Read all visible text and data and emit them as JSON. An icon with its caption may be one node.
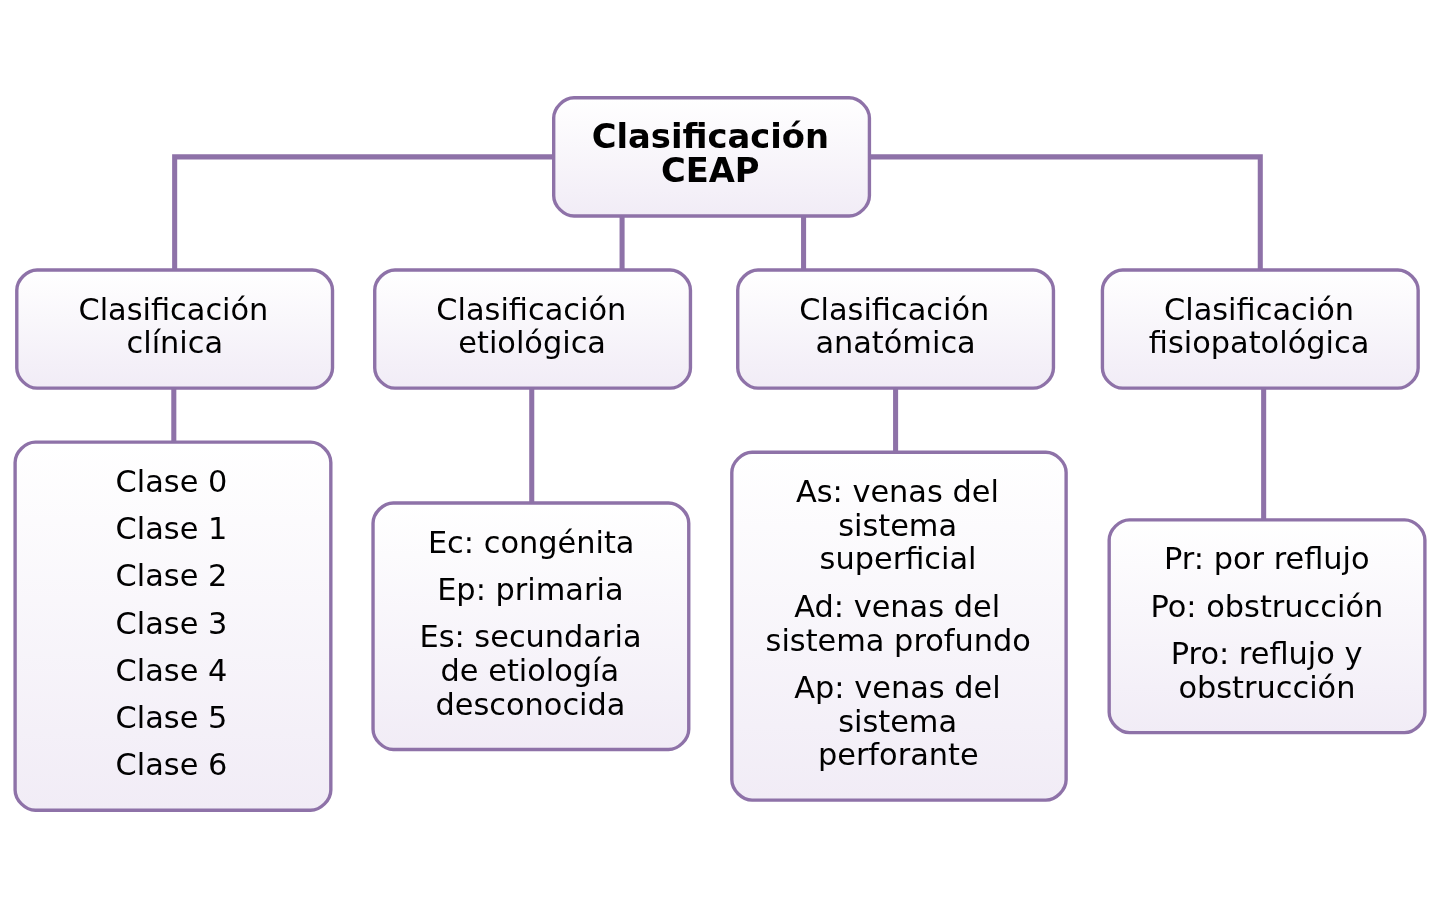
{
  "diagram": {
    "nodes": [
      {
        "text": [
          "Clasificación CEAP"
        ]
      },
      {
        "text": [
          "Clasificación clínica"
        ]
      },
      {
        "text": [
          "Clasificación etiológica"
        ]
      },
      {
        "text": [
          "Clasificación anatómica"
        ]
      },
      {
        "text": [
          "Clasificación fisiopatológica"
        ]
      },
      {
        "text": [
          "Clase 0",
          "Clase 1",
          "Clase 2",
          "Clase 3",
          "Clase 4",
          "Clase 5",
          "Clase 6"
        ]
      },
      {
        "text": [
          "Ec: congénita",
          "Ep: primaria",
          "Es: secundaria de etiología desconocida"
        ]
      },
      {
        "text": [
          "As: venas del sistema superficial",
          "Ad: venas del sistema profundo",
          "Ap: venas del sistema perforante"
        ]
      },
      {
        "text": [
          "Pr: por reflujo",
          "Po: obstrucción",
          "Pro: reflujo y obstrucción"
        ]
      }
    ],
    "edges": [
      {
        "from": 0,
        "to": 1,
        "arrow": "none"
      },
      {
        "from": 0,
        "to": 2,
        "arrow": "none"
      },
      {
        "from": 0,
        "to": 3,
        "arrow": "none"
      },
      {
        "from": 0,
        "to": 4,
        "arrow": "none"
      },
      {
        "from": 1,
        "to": 5,
        "arrow": "none"
      },
      {
        "from": 2,
        "to": 6,
        "arrow": "none"
      },
      {
        "from": 3,
        "to": 7,
        "arrow": "none"
      },
      {
        "from": 4,
        "to": 8,
        "arrow": "none"
      }
    ]
  }
}
